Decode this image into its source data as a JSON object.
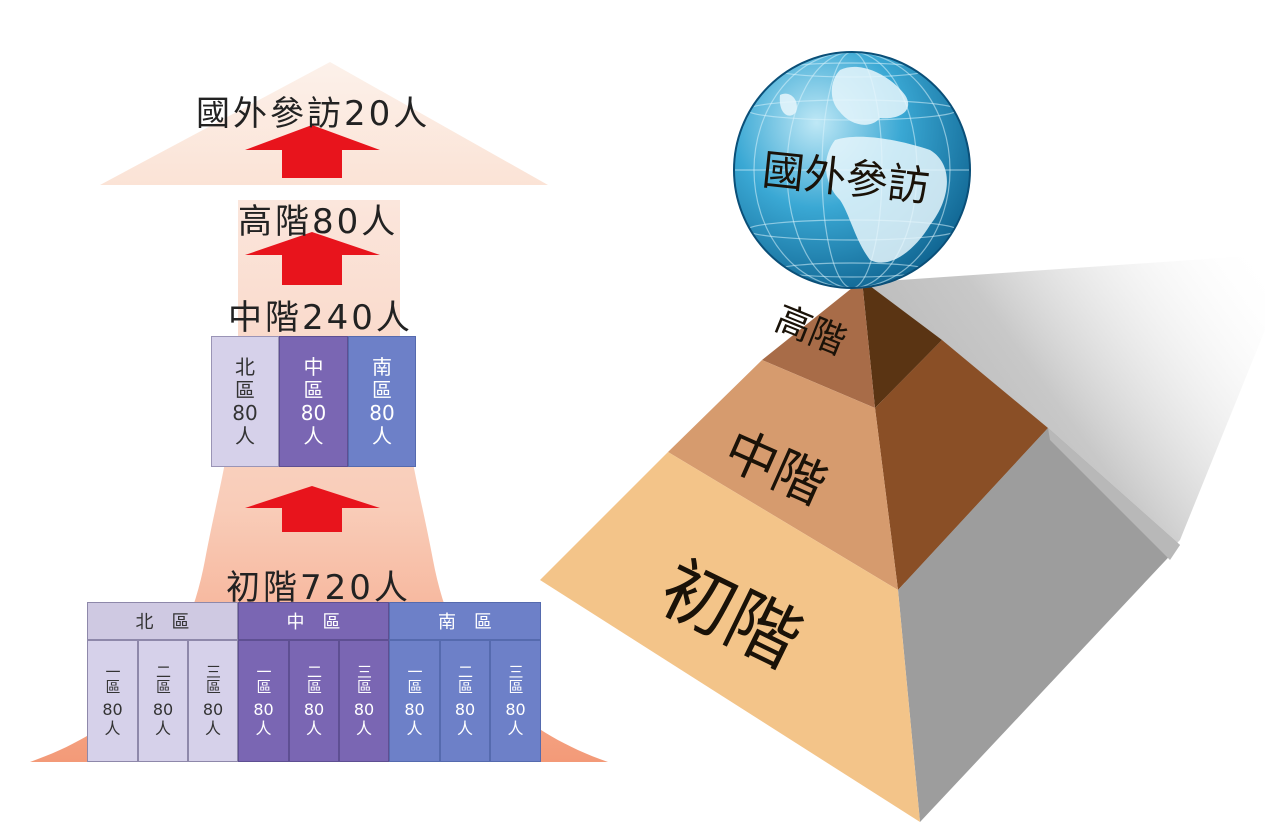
{
  "left": {
    "level_intl": "國外參訪20人",
    "level_high": "高階80人",
    "level_mid": "中階240人",
    "level_basic": "初階720人",
    "mid_regions": [
      {
        "name": [
          "北",
          "區"
        ],
        "count": "80",
        "unit": "人"
      },
      {
        "name": [
          "中",
          "區"
        ],
        "count": "80",
        "unit": "人"
      },
      {
        "name": [
          "南",
          "區"
        ],
        "count": "80",
        "unit": "人"
      }
    ],
    "basic_regions": [
      {
        "header": "北區",
        "districts": [
          {
            "name": "一區",
            "count": "80",
            "unit": "人"
          },
          {
            "name": "二區",
            "count": "80",
            "unit": "人"
          },
          {
            "name": "三區",
            "count": "80",
            "unit": "人"
          }
        ]
      },
      {
        "header": "中區",
        "districts": [
          {
            "name": "一區",
            "count": "80",
            "unit": "人"
          },
          {
            "name": "二區",
            "count": "80",
            "unit": "人"
          },
          {
            "name": "三區",
            "count": "80",
            "unit": "人"
          }
        ]
      },
      {
        "header": "南區",
        "districts": [
          {
            "name": "一區",
            "count": "80",
            "unit": "人"
          },
          {
            "name": "二區",
            "count": "80",
            "unit": "人"
          },
          {
            "name": "三區",
            "count": "80",
            "unit": "人"
          }
        ]
      }
    ]
  },
  "right": {
    "globe_label": "國外參訪",
    "tier_top": "高階",
    "tier_mid": "中階",
    "tier_base": "初階"
  },
  "colors": {
    "north_header": "#cfc9e2",
    "north_cell": "#d6d1ea",
    "central": "#7a66b3",
    "south": "#6d80c8",
    "arrow_red": "#e8141c",
    "funnel": "#f4b49a"
  }
}
